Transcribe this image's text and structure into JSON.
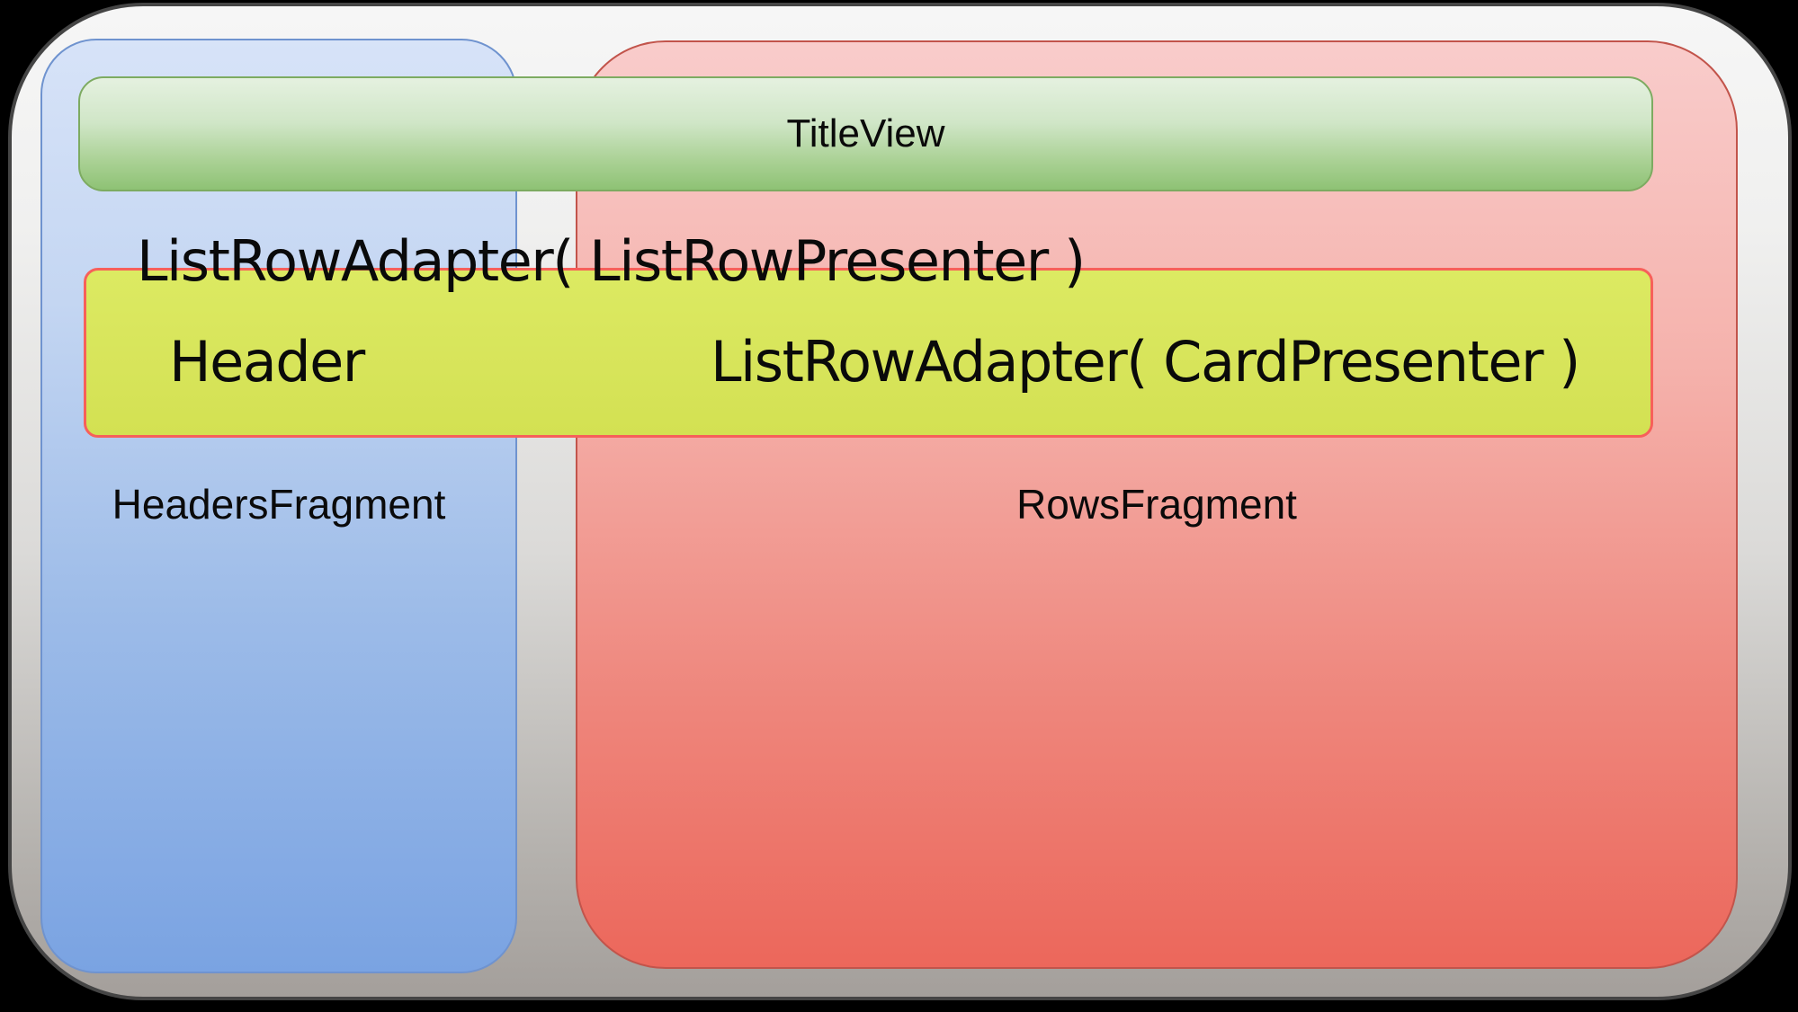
{
  "diagram": {
    "title_bar": {
      "label": "TitleView"
    },
    "headers_pane": {
      "label": "HeadersFragment"
    },
    "rows_pane": {
      "label": "RowsFragment"
    },
    "row_adapter_text": "ListRowAdapter( ListRowPresenter )",
    "row_strip": {
      "header_label": "Header",
      "card_adapter_text": "ListRowAdapter( CardPresenter )"
    },
    "colors": {
      "title_bar_green": "#8ec275",
      "headers_blue": "#7aa3e2",
      "rows_red": "#ec675b",
      "row_strip_yellow": "#d9e75f",
      "row_strip_border": "#f7605a",
      "frame_gray": "#a49f9b",
      "background": "#000000"
    }
  }
}
